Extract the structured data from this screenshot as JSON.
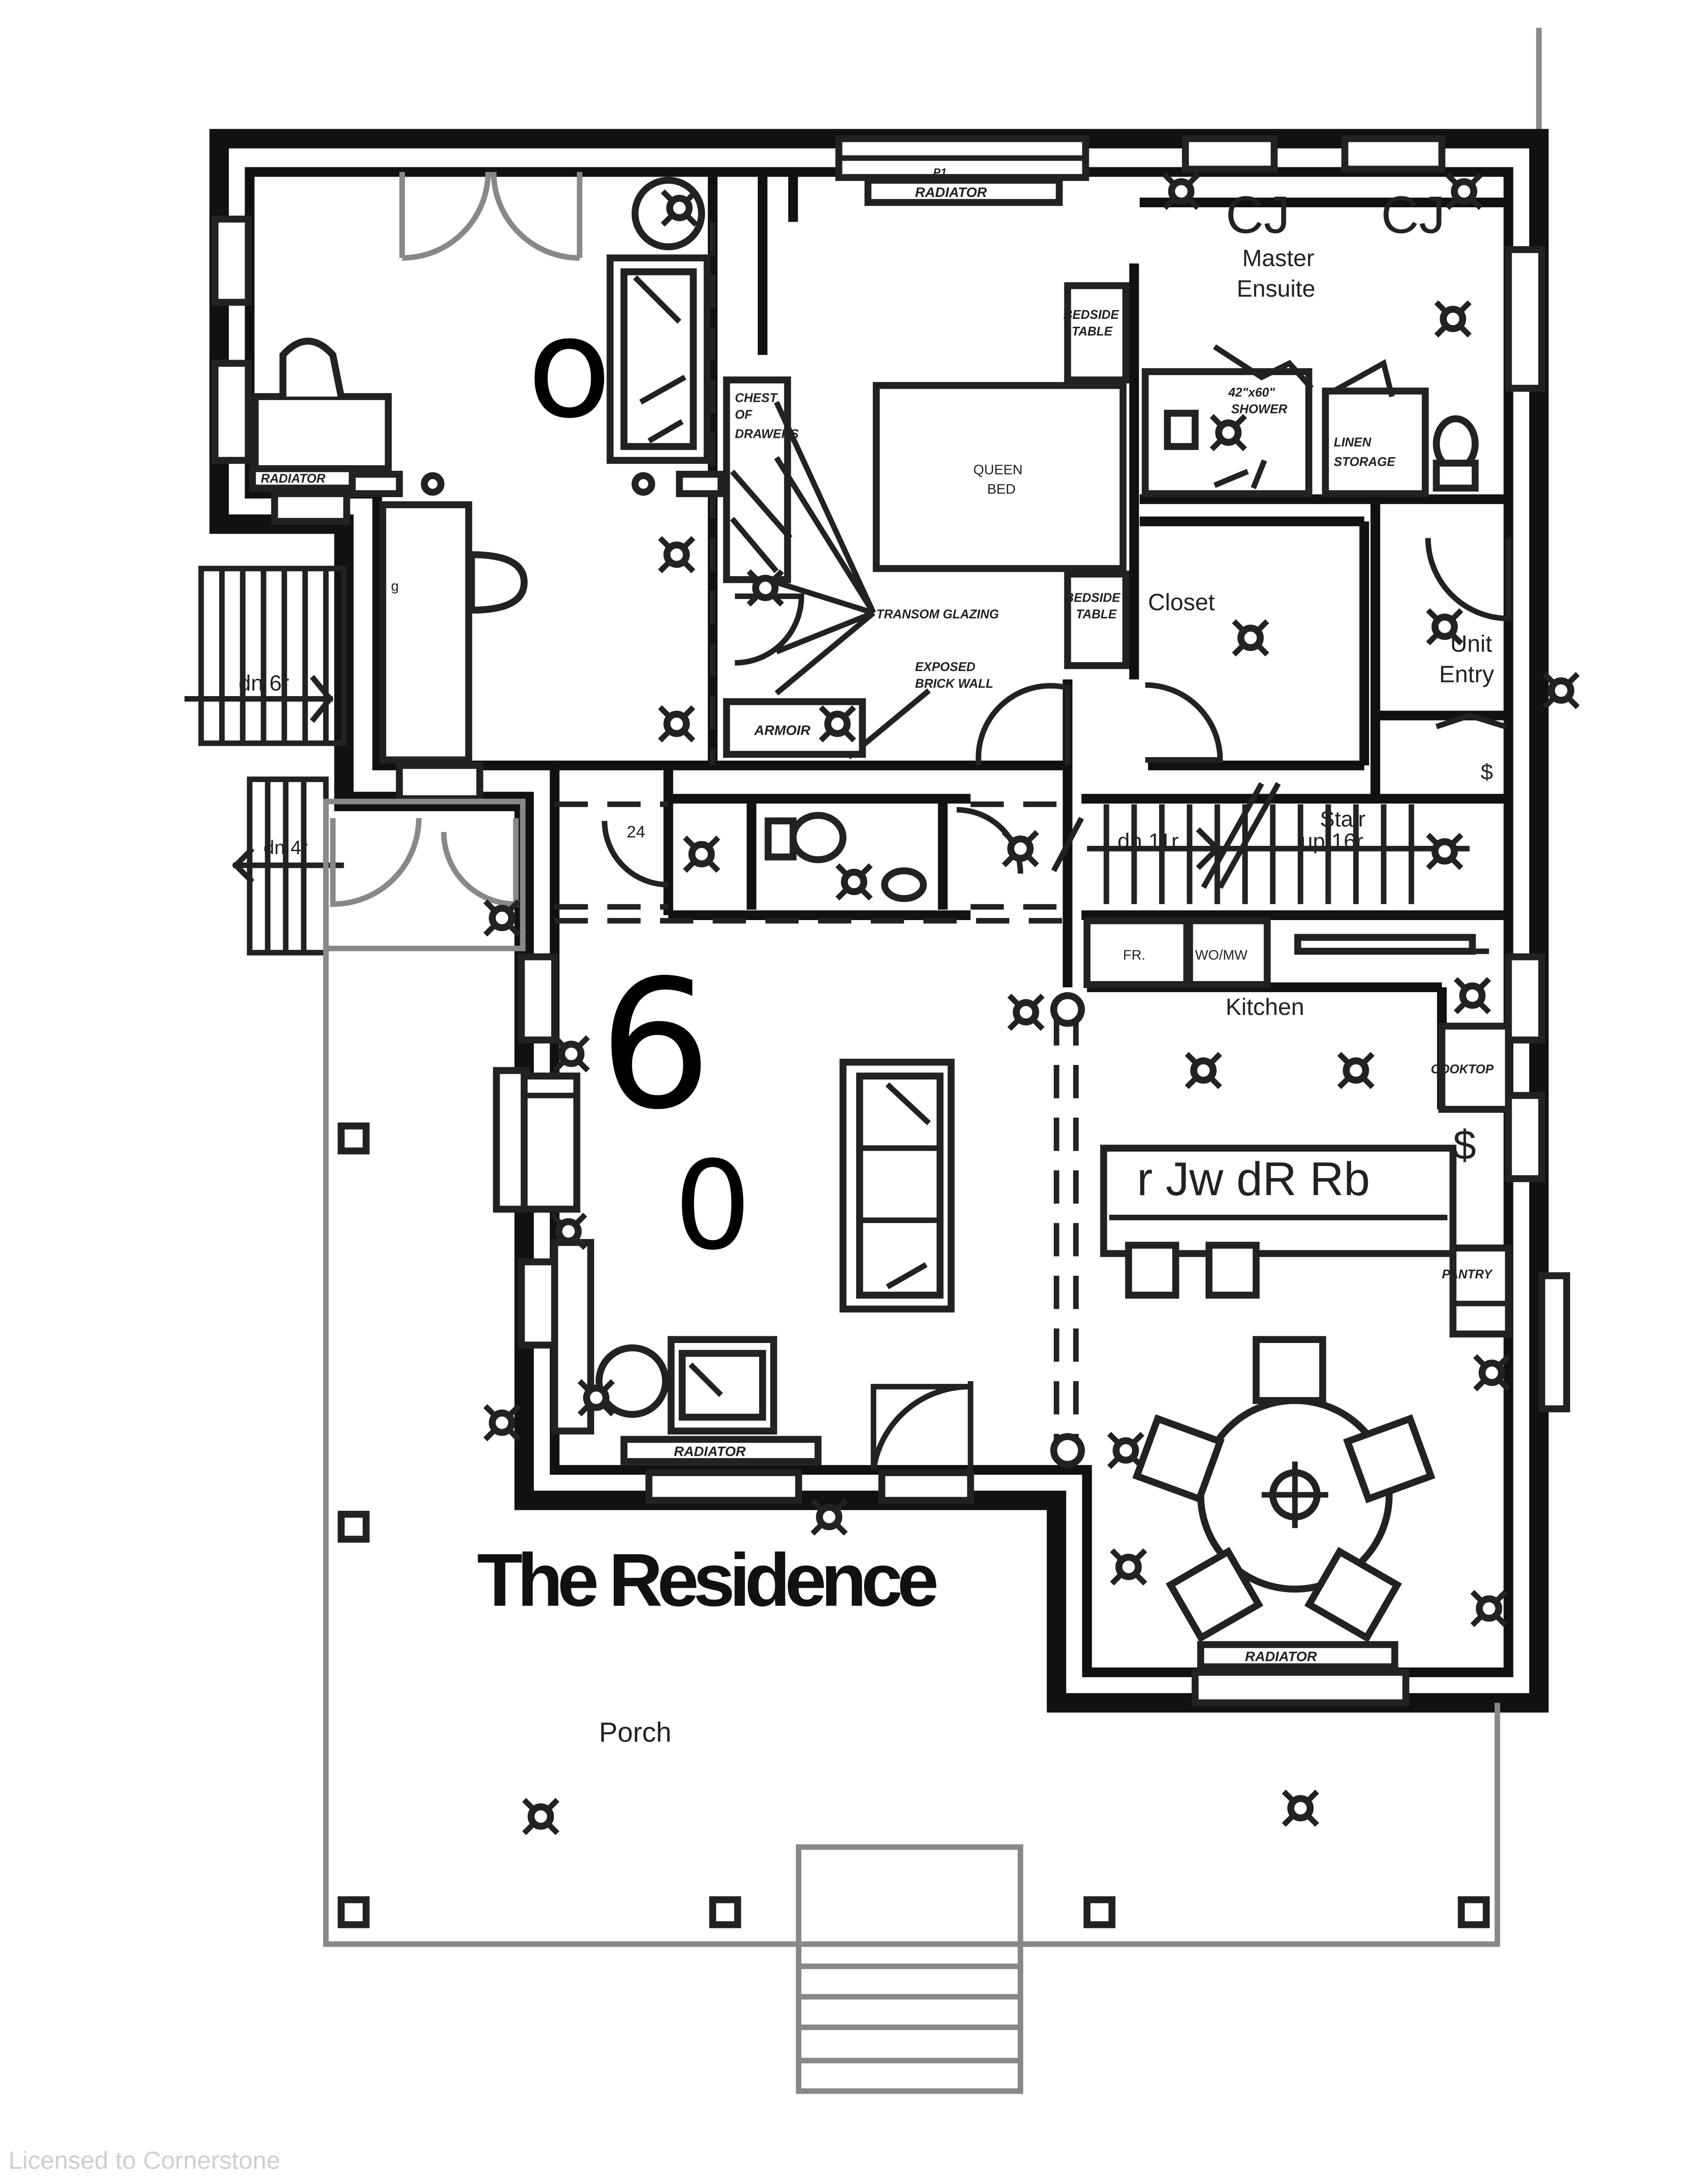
{
  "title": "The Residence",
  "watermark": "Licensed to Cornerstone",
  "big_marks": [
    "o",
    "6",
    "0"
  ],
  "rooms": {
    "master_ensuite": [
      "Master",
      "Ensuite"
    ],
    "closet": "Closet",
    "unit_entry": [
      "Unit",
      "Entry"
    ],
    "stair": [
      "Stair",
      "up 16r"
    ],
    "kitchen": "Kitchen",
    "porch": "Porch"
  },
  "fixtures": {
    "radiator_bedroom": "RADIATOR",
    "radiator_top": "RADIATOR",
    "radiator_living": "RADIATOR",
    "radiator_dining": "RADIATOR",
    "bedside_table": [
      "BEDSIDE",
      "TABLE"
    ],
    "chest_of_drawers": [
      "CHEST",
      "OF",
      "DRAWERS"
    ],
    "queen_bed": [
      "QUEEN",
      "BED"
    ],
    "shower": [
      "42\"x60\"",
      "SHOWER"
    ],
    "linen_storage": [
      "LINEN",
      "STORAGE"
    ],
    "transom_glazing": "TRANSOM GLAZING",
    "exposed_brick": [
      "EXPOSED",
      "BRICK WALL"
    ],
    "armoir": "ARMOIR",
    "fridge": "FR.",
    "washer": "WO/MW",
    "cooktop": "COOKTOP",
    "pantry": "PANTRY",
    "cj_marks": [
      "CJ",
      "CJ"
    ],
    "garbled_text": "r Jw dR Rb",
    "dollar_marks": [
      "$",
      "$"
    ],
    "g_mark": "g",
    "p_mark": "P1"
  },
  "stairs": {
    "stair_a": "dn 6r",
    "stair_b": "dn 4r",
    "stair_c": "dn 11r",
    "dim_24": "24"
  }
}
